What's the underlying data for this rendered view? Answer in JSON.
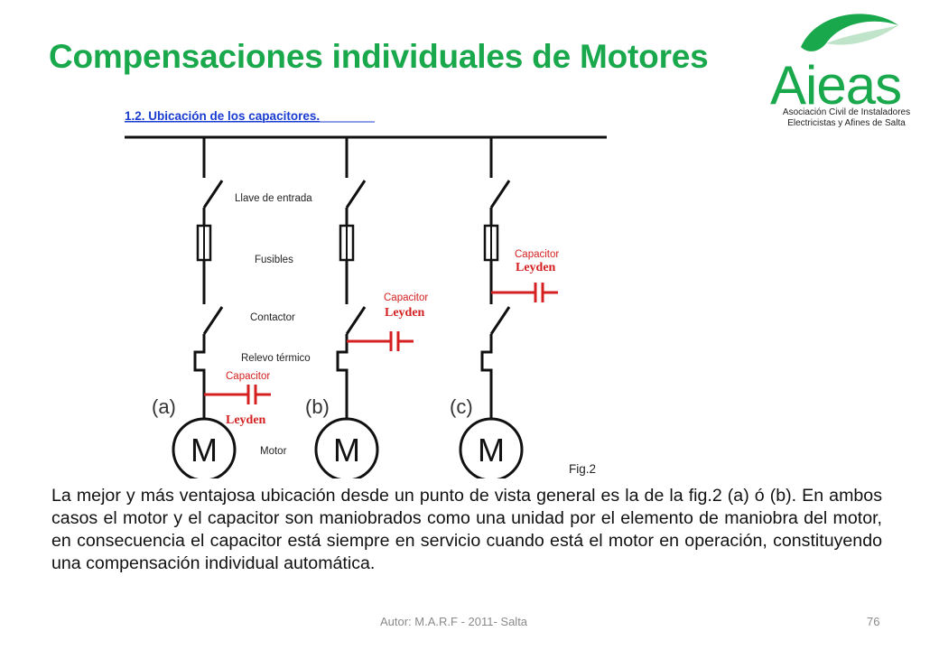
{
  "slide": {
    "title": "Compensaciones individuales de Motores",
    "page_number": "76",
    "footer": "Autor: M.A.R.F - 2011- Salta"
  },
  "logo": {
    "name": "Aieas",
    "subtitle_line1": "Asociación Civil de Instaladores",
    "subtitle_line2": "Electricistas y Afines de Salta",
    "color": "#1aa84c"
  },
  "figure": {
    "heading": "1.2. Ubicación de los capacitores.",
    "labels": {
      "switch": "Llave de entrada",
      "fuses": "Fusibles",
      "contactor": "Contactor",
      "relay": "Relevo térmico",
      "motor": "Motor",
      "fig": "Fig.2"
    },
    "capacitor": {
      "line1": "Capacitor",
      "line2": "Leyden"
    },
    "variants": [
      "(a)",
      "(b)",
      "(c)"
    ],
    "motor_symbol": "M",
    "colors": {
      "heading": "#1a3ccf",
      "capacitor": "#d42020",
      "wiring": "#111111"
    }
  },
  "paragraph": "La mejor y más ventajosa ubicación desde un punto de vista general es la de la fig.2 (a) ó (b). En ambos casos el motor y el capacitor son maniobrados como una unidad por el elemento de maniobra del motor, en consecuencia el capacitor está siempre en servicio cuando está el motor en operación, constituyendo una compensación individual automática."
}
